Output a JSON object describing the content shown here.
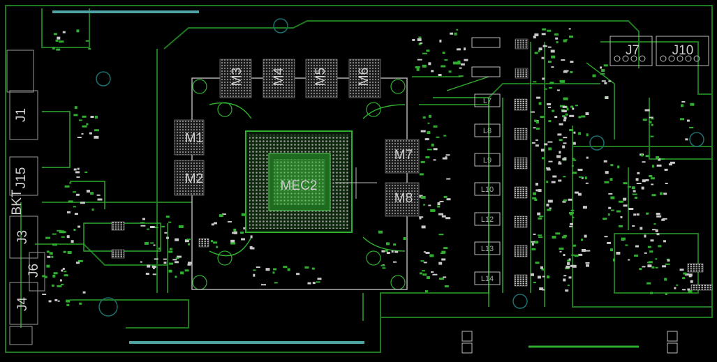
{
  "board": {
    "colors": {
      "background": "#000000",
      "trace": "#1f7a1f",
      "trace_bright": "#2fae2f",
      "silkscreen": "#c9c9c9",
      "edge_connector": "#4fa3a3",
      "via_ring": "#1e6e6e"
    },
    "chip": {
      "label": "MEC2"
    },
    "memory": [
      {
        "label": "M1"
      },
      {
        "label": "M2"
      },
      {
        "label": "M3"
      },
      {
        "label": "M4"
      },
      {
        "label": "M5"
      },
      {
        "label": "M6"
      },
      {
        "label": "M7"
      },
      {
        "label": "M8"
      }
    ],
    "connectors": [
      {
        "label": "J1"
      },
      {
        "label": "J15"
      },
      {
        "label": "BKT"
      },
      {
        "label": "J3"
      },
      {
        "label": "J6"
      },
      {
        "label": "J4"
      },
      {
        "label": "J7"
      },
      {
        "label": "J10"
      }
    ],
    "inductors": [
      {
        "label": "L7"
      },
      {
        "label": "L8"
      },
      {
        "label": "L9"
      },
      {
        "label": "L10"
      },
      {
        "label": "L12"
      },
      {
        "label": "L13"
      },
      {
        "label": "L14"
      }
    ]
  }
}
